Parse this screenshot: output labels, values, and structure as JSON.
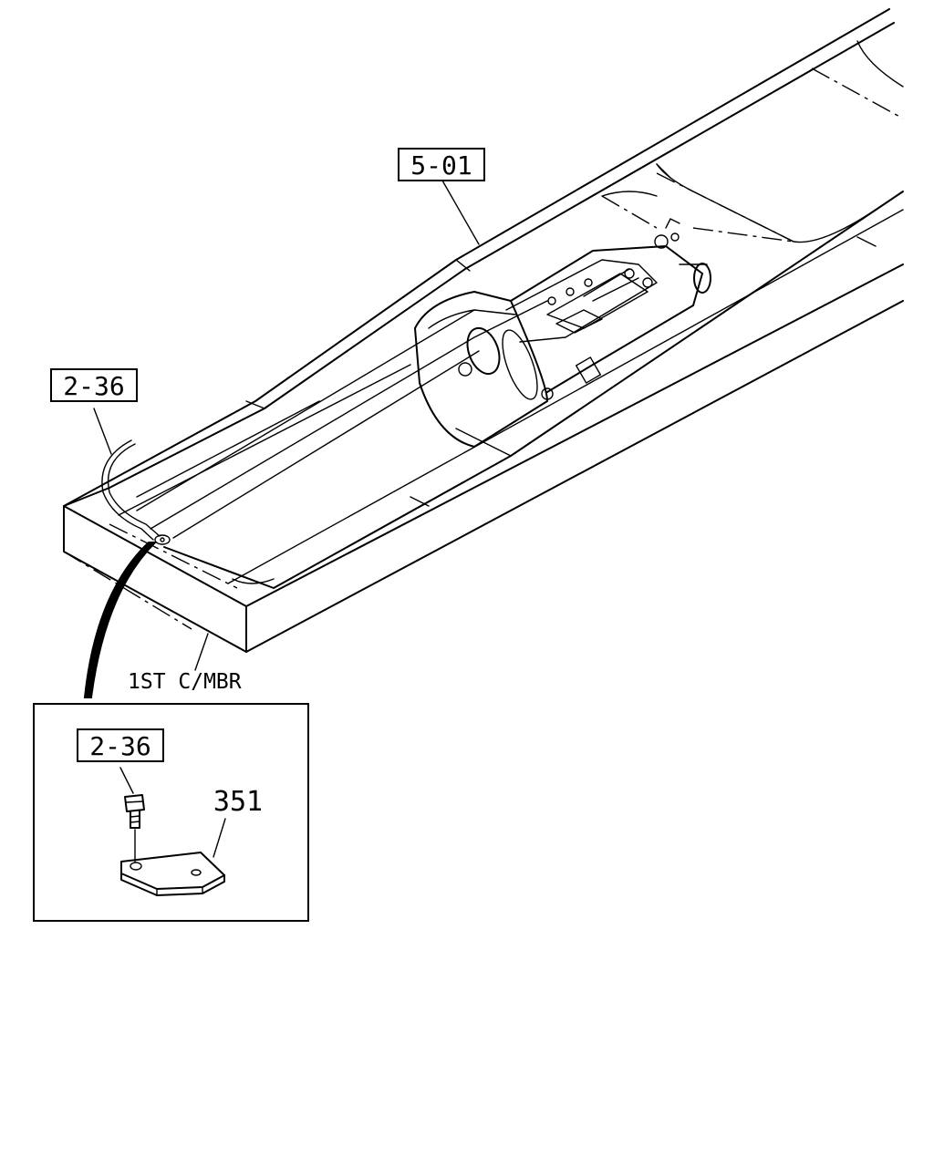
{
  "callouts": {
    "frame_ref": "5-01",
    "bracket_ref_top": "2-36",
    "bracket_ref_detail": "2-36",
    "part_number": "351"
  },
  "labels": {
    "crossmember": "1ST C/MBR"
  },
  "icons": {
    "frame": "chassis-frame-icon",
    "transmission": "transmission-icon",
    "bolt": "bolt-icon",
    "plate": "plate-icon"
  }
}
